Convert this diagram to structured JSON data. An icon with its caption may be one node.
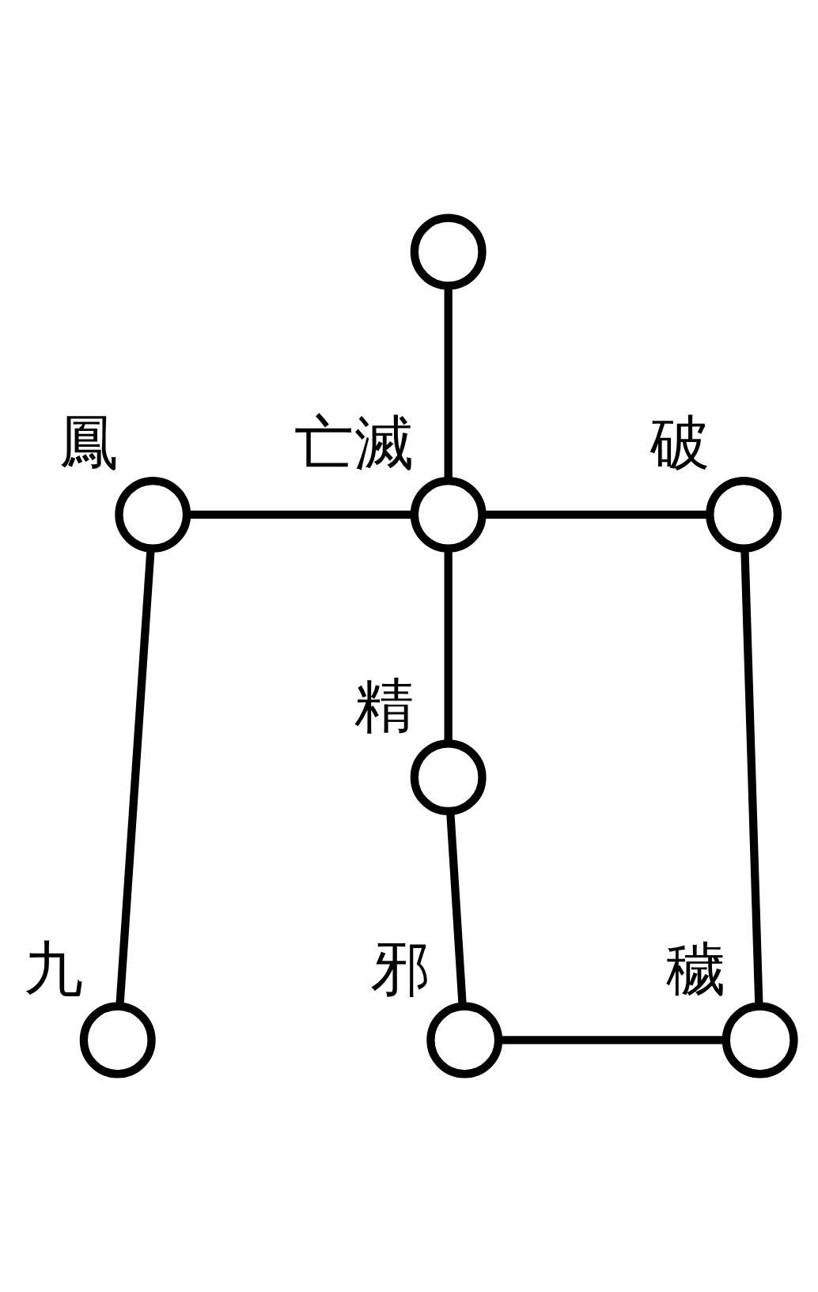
{
  "diagram": {
    "nodes": [
      {
        "text": [],
        "shape": "circle"
      },
      {
        "text": [],
        "shape": "circle",
        "beside": [
          "亡滅"
        ]
      },
      {
        "text": [],
        "shape": "circle",
        "beside": [
          "鳳"
        ]
      },
      {
        "text": [],
        "shape": "circle",
        "beside": [
          "破"
        ]
      },
      {
        "text": [],
        "shape": "circle",
        "beside": [
          "精"
        ]
      },
      {
        "text": [],
        "shape": "circle",
        "beside": [
          "九"
        ]
      },
      {
        "text": [],
        "shape": "circle",
        "beside": [
          "邪"
        ]
      },
      {
        "text": [],
        "shape": "circle",
        "beside": [
          "穢"
        ]
      }
    ],
    "edges": [
      {
        "from": 0,
        "to": 1,
        "arrow": "none"
      },
      {
        "from": 2,
        "to": 1,
        "arrow": "none"
      },
      {
        "from": 1,
        "to": 3,
        "arrow": "none"
      },
      {
        "from": 2,
        "to": 5,
        "arrow": "none"
      },
      {
        "from": 1,
        "to": 4,
        "arrow": "none"
      },
      {
        "from": 4,
        "to": 6,
        "arrow": "none"
      },
      {
        "from": 3,
        "to": 7,
        "arrow": "none"
      },
      {
        "from": 6,
        "to": 7,
        "arrow": "none"
      }
    ]
  }
}
